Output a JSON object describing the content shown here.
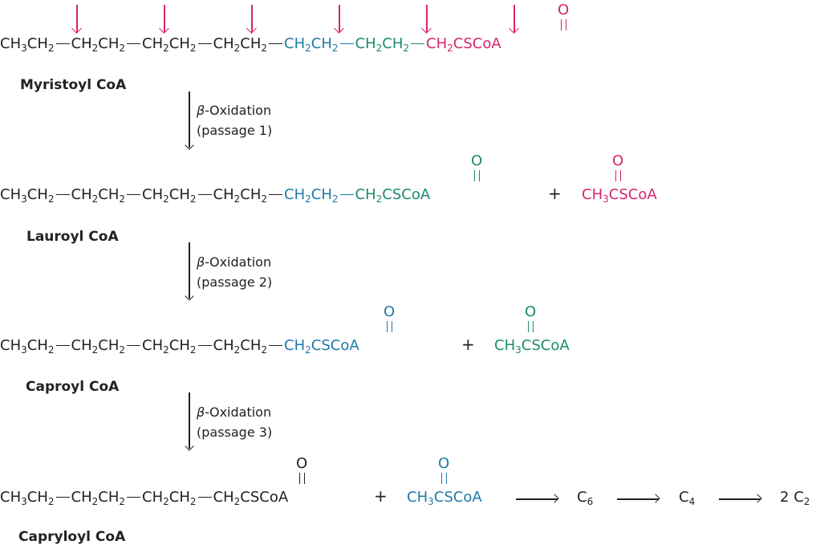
{
  "compounds": {
    "myristoyl": {
      "name": "Myristoyl CoA"
    },
    "lauroyl": {
      "name": "Lauroyl CoA"
    },
    "caproyl": {
      "name": "Caproyl CoA"
    },
    "capryloyl": {
      "name": "Capryloyl CoA"
    }
  },
  "groups": {
    "ch3ch2": [
      "CH",
      "3",
      "CH",
      "2"
    ],
    "ch2ch2": [
      "CH",
      "2",
      "CH",
      "2"
    ],
    "ch2cscoa": [
      "CH",
      "2",
      "CSCoA"
    ],
    "ch3cscoa": [
      "CH",
      "3",
      "CSCoA"
    ],
    "carbonyl_o": "O"
  },
  "steps": [
    {
      "line1": "-Oxidation",
      "line2": "(passage 1)"
    },
    {
      "line1": "-Oxidation",
      "line2": "(passage 2)"
    },
    {
      "line1": "-Oxidation",
      "line2": "(passage 3)"
    }
  ],
  "beta_symbol": "β",
  "plus_sign": "+",
  "final_products": {
    "c6": {
      "base": "C",
      "sub": "6"
    },
    "c4": {
      "base": "C",
      "sub": "4"
    },
    "c2": {
      "prefix": "2 ",
      "base": "C",
      "sub": "2"
    }
  },
  "colors": {
    "text": "#222222",
    "magenta": "#d6246e",
    "blue": "#1f7aa5",
    "green": "#1a8a6e"
  }
}
